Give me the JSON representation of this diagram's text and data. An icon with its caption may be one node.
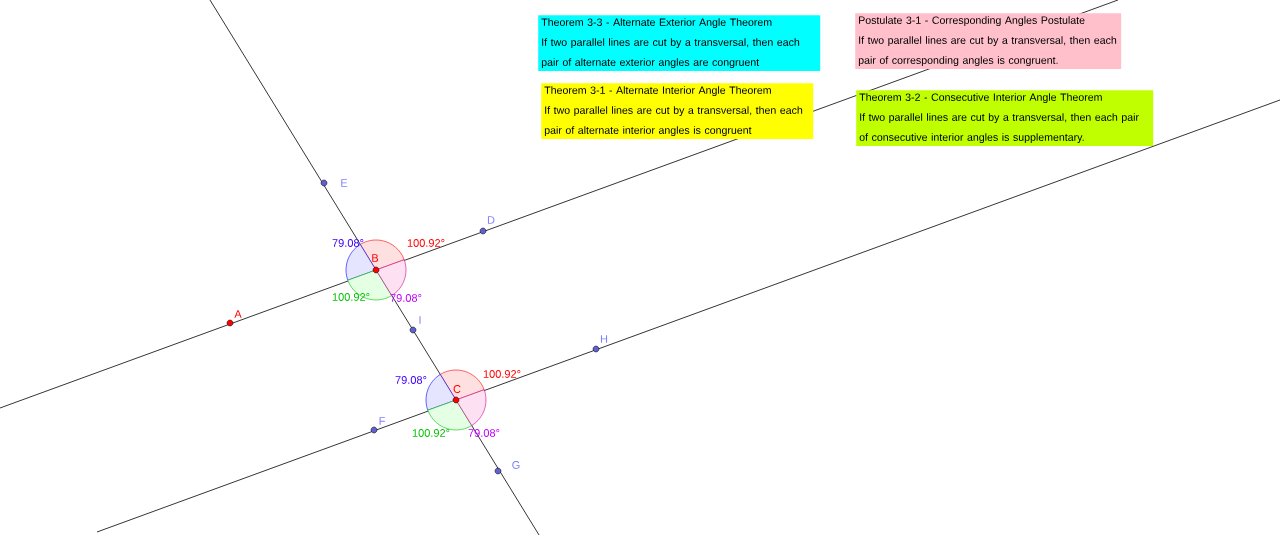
{
  "diagram": {
    "nodes": [
      {
        "text": [
          "Theorem 3-3 - Alternate Exterior Angle Theorem",
          "If two parallel lines are cut by a transversal, then each pair of alternate exterior angles are congruent"
        ]
      },
      {
        "text": [
          "Theorem 3-1 - Alternate Interior Angle Theorem",
          "If two parallel lines are cut by a transversal, then each pair of alternate interior angles is congruent"
        ]
      },
      {
        "text": [
          "Postulate 3-1 - Corresponding Angles Postulate",
          "If two parallel lines are cut by a transversal, then each pair of corresponding angles is congruent."
        ]
      },
      {
        "text": [
          "Theorem 3-2 - Consecutive Interior Angle Theorem",
          "If two parallel lines are cut by a transversal, then each pair of consecutive interior angles is supplementary."
        ]
      }
    ],
    "labels": [
      "E",
      "D",
      "79.08°",
      "100.92°",
      "B",
      "100.92°",
      "79.08°",
      "A",
      "I",
      "H",
      "79.08°",
      "C",
      "100.92°",
      "F",
      "100.92°",
      "79.08°",
      "G"
    ]
  }
}
